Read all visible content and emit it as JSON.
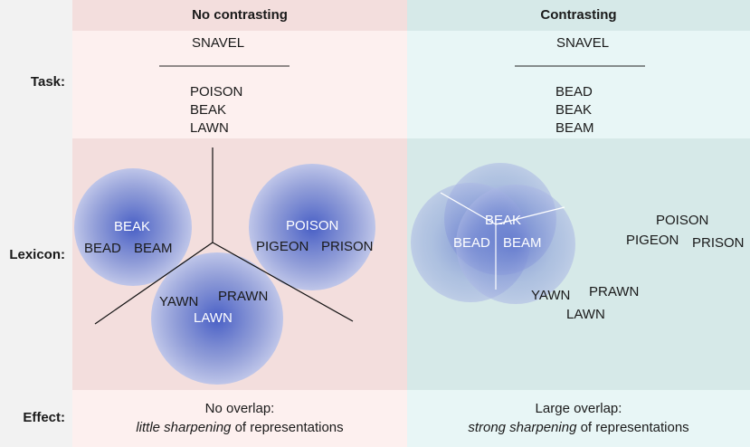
{
  "headers": {
    "left": "No contrasting",
    "right": "Contrasting"
  },
  "row_labels": {
    "task": "Task:",
    "lexicon": "Lexicon:",
    "effect": "Effect:"
  },
  "task": {
    "left": {
      "target": "SNAVEL",
      "options": [
        "POISON",
        "BEAK",
        "LAWN"
      ]
    },
    "right": {
      "target": "SNAVEL",
      "options": [
        "BEAD",
        "BEAK",
        "BEAM"
      ]
    }
  },
  "lexicon": {
    "left": {
      "cluster1": {
        "center": "BEAK",
        "w1": "BEAD",
        "w2": "BEAM"
      },
      "cluster2": {
        "center": "POISON",
        "w1": "PIGEON",
        "w2": "PRISON"
      },
      "cluster3": {
        "w1": "YAWN",
        "w2": "PRAWN",
        "center": "LAWN"
      }
    },
    "right": {
      "overlap": {
        "center": "BEAK",
        "w1": "BEAD",
        "w2": "BEAM"
      },
      "outside1": {
        "w1": "YAWN",
        "w2": "PRAWN",
        "w3": "LAWN"
      },
      "outside2": {
        "w1": "POISON",
        "w2": "PIGEON",
        "w3": "PRISON"
      }
    }
  },
  "effect": {
    "left": {
      "line1": "No overlap:",
      "italic": "little sharpening",
      "rest": " of representations"
    },
    "right": {
      "line1": "Large overlap:",
      "italic": "strong sharpening",
      "rest": " of representations"
    }
  },
  "colors": {
    "left_bg_light": "#fdf0ef",
    "left_bg_dark": "#f3dedd",
    "right_bg_light": "#e8f6f6",
    "right_bg_dark": "#d6e9e8",
    "label_col": "#f2f2f2",
    "circle_core": "#4a63c8",
    "circle_edge": "#b8c2e8"
  }
}
